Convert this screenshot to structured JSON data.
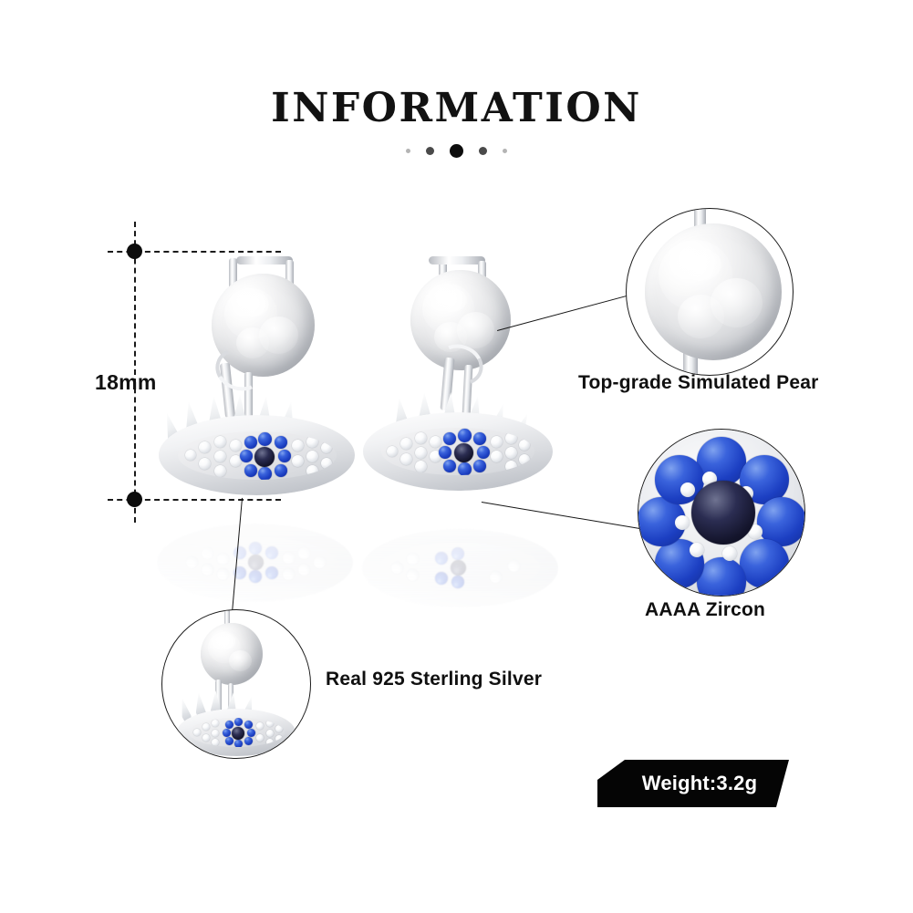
{
  "header": {
    "title": "INFORMATION",
    "divider_dots": [
      "xs",
      "sm",
      "lg",
      "sm",
      "xs"
    ]
  },
  "dimension": {
    "label": "18mm",
    "unit": "mm",
    "value": 18
  },
  "callouts": [
    {
      "id": "pearl",
      "label": "Top-grade  Simulated  Pear",
      "magnifier": "pearl-closeup-circle"
    },
    {
      "id": "zircon",
      "label": "AAAA  Zircon",
      "magnifier": "zircon-closeup-circle"
    },
    {
      "id": "silver",
      "label": "Real 925  Sterling  Silver",
      "magnifier": "silver-closeup-circle"
    }
  ],
  "product": {
    "name": "evil-eye-pearl-earrings",
    "pieces": 2,
    "pearl_color": "#f0f1f3",
    "metal_color": "#d9dbdf",
    "stone_blue": "#1c3fc2",
    "stone_center": "#14152c",
    "stone_white": "#fafbfc"
  },
  "weight": {
    "label": "Weight:3.2g",
    "value": "3.2g",
    "badge_color": "#050505",
    "text_color": "#ffffff"
  },
  "colors": {
    "background": "#ffffff",
    "ink": "#101010",
    "guide": "#1a1a1a"
  }
}
